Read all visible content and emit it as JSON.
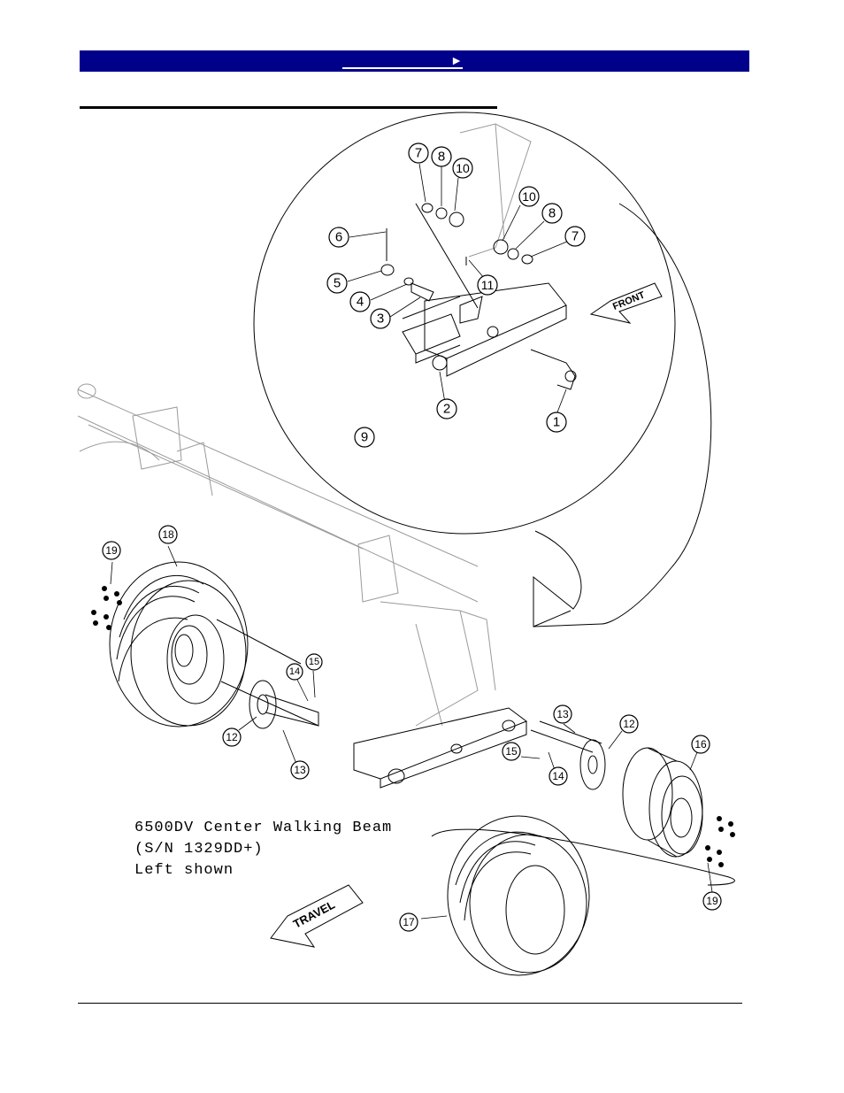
{
  "header": {
    "nav_arrow": "►"
  },
  "caption": {
    "line1": "6500DV Center Walking Beam",
    "line2": "(S/N 1329DD+)",
    "line3": "Left shown"
  },
  "arrows": {
    "front_label": "FRONT",
    "travel_label": "TRAVEL"
  },
  "callouts": [
    {
      "id": "c-7a",
      "label": "7"
    },
    {
      "id": "c-8a",
      "label": "8"
    },
    {
      "id": "c-10a",
      "label": "10"
    },
    {
      "id": "c-10b",
      "label": "10"
    },
    {
      "id": "c-8b",
      "label": "8"
    },
    {
      "id": "c-7b",
      "label": "7"
    },
    {
      "id": "c-6",
      "label": "6"
    },
    {
      "id": "c-5",
      "label": "5"
    },
    {
      "id": "c-4",
      "label": "4"
    },
    {
      "id": "c-3",
      "label": "3"
    },
    {
      "id": "c-11",
      "label": "11"
    },
    {
      "id": "c-2",
      "label": "2"
    },
    {
      "id": "c-1",
      "label": "1"
    },
    {
      "id": "c-9",
      "label": "9"
    },
    {
      "id": "c-18",
      "label": "18"
    },
    {
      "id": "c-19a",
      "label": "19"
    },
    {
      "id": "c-14a",
      "label": "14"
    },
    {
      "id": "c-15a",
      "label": "15"
    },
    {
      "id": "c-12a",
      "label": "12"
    },
    {
      "id": "c-13a",
      "label": "13"
    },
    {
      "id": "c-13b",
      "label": "13"
    },
    {
      "id": "c-12b",
      "label": "12"
    },
    {
      "id": "c-15b",
      "label": "15"
    },
    {
      "id": "c-14b",
      "label": "14"
    },
    {
      "id": "c-16",
      "label": "16"
    },
    {
      "id": "c-19b",
      "label": "19"
    },
    {
      "id": "c-17",
      "label": "17"
    }
  ],
  "colors": {
    "header_bg": "#00008b",
    "header_text": "#ffffff",
    "line": "#000000",
    "ghost_line": "#9a9a9a"
  }
}
